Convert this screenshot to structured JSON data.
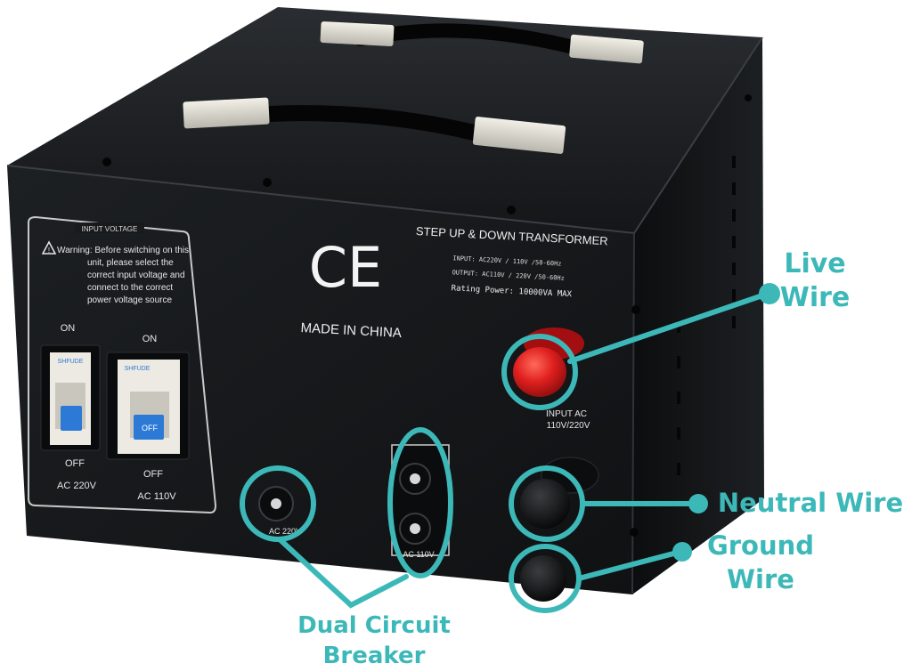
{
  "colors": {
    "annotation": "#3db8b8",
    "body": "#151719",
    "panel_line": "#c9c9c9",
    "breaker_blue": "#2c7ad6",
    "terminal_red": "#e0201f"
  },
  "front_panel": {
    "title": "STEP UP & DOWN TRANSFORMER",
    "input_spec": "INPUT: AC220V / 110V /50-60Hz",
    "output_spec": "OUTPUT: AC110V / 220V /50-60Hz",
    "rating": "Rating Power: 10000VA MAX",
    "ce_mark": "CE",
    "origin": "MADE IN CHINA",
    "input_ac_label": "INPUT AC",
    "input_ac_voltage": "110V/220V"
  },
  "input_voltage_panel": {
    "title": "INPUT VOLTAGE",
    "warning_lines": [
      "Warning: Before switching on this",
      "unit, please select the",
      "correct input voltage and",
      "connect to the correct",
      "power voltage source"
    ],
    "switches": [
      {
        "state_top": "ON",
        "state_bottom": "OFF",
        "label": "AC 220V",
        "brand": "SHFUDE"
      },
      {
        "state_top": "ON",
        "state_bottom": "OFF",
        "label": "AC 110V",
        "brand": "SHFUDE",
        "lever_text": "OFF"
      }
    ]
  },
  "fuse_labels": {
    "ac220": "AC 220V",
    "ac110": "AC 110V"
  },
  "callouts": {
    "live": [
      "Live",
      "Wire"
    ],
    "neutral": "Neutral Wire",
    "ground": [
      "Ground",
      "Wire"
    ],
    "breaker": [
      "Dual Circuit",
      "Breaker"
    ]
  }
}
